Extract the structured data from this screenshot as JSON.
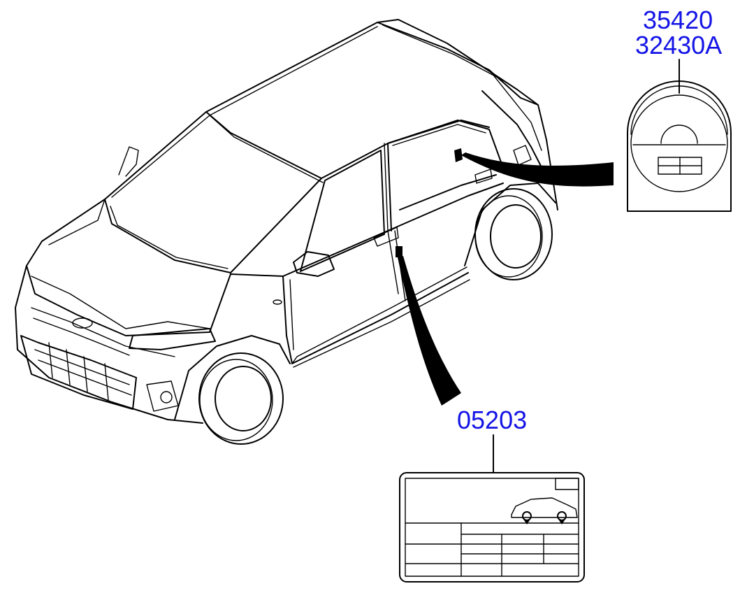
{
  "labels": {
    "fuel_cap_label_1": "35420",
    "fuel_cap_label_2": "32430A",
    "tire_placard": "05203"
  }
}
